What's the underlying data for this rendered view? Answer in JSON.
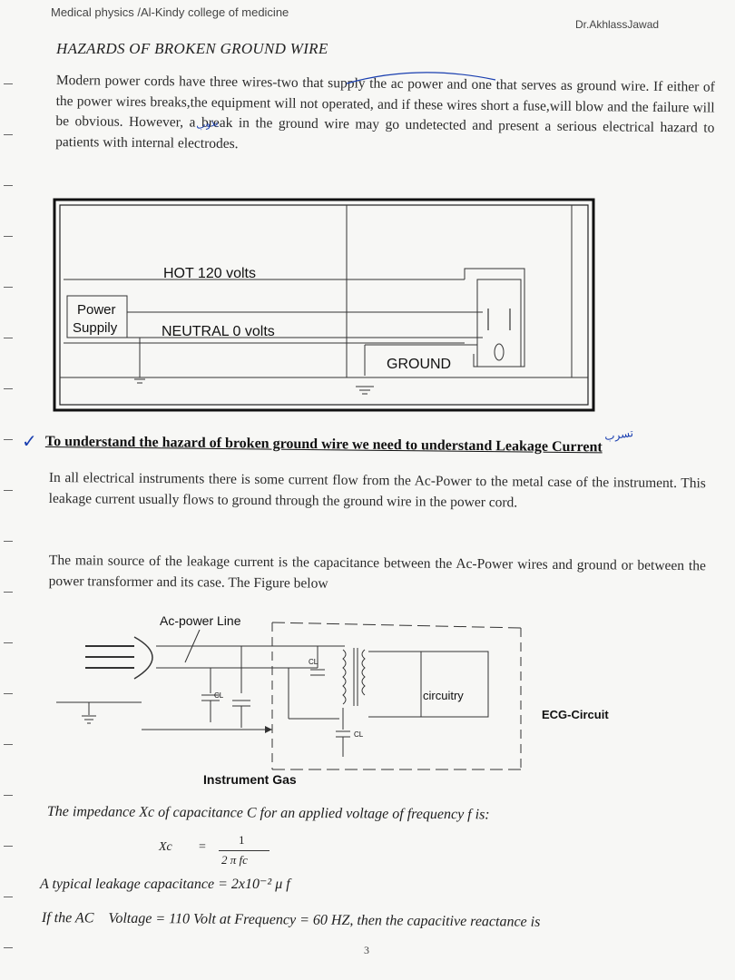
{
  "header": {
    "left": "Medical physics /Al-Kindy college of medicine",
    "right": "Dr.AkhlassJawad"
  },
  "title": "HAZARDS OF BROKEN GROUND WIRE",
  "paragraph1": "Modern power cords have three wires-two that supply the ac power and one that serves as ground wire. If either of the power wires breaks,the equipment will not operated, and if these wires short a fuse,will blow and the failure will be obvious. However, a break in the ground wire may go undetected and present a serious electrical hazard to patients with internal electrodes.",
  "annotations": {
    "arabic_1": "يذوب",
    "arabic_2": "تسرب",
    "check": "✓"
  },
  "figure1": {
    "hot_label": "HOT 120 volts",
    "neutral_label": "NEUTRAL 0 volts",
    "power_label_1": "Power",
    "power_label_2": "Suppily",
    "ground_label": "GROUND"
  },
  "section_heading": "To understand the hazard of broken ground wire we need to understand Leakage Current",
  "paragraph2": "In all electrical instruments there is some current flow from the Ac-Power to the metal case of the instrument. This leakage current usually flows to ground through the ground wire in the power cord.",
  "paragraph3": "The main source of the leakage current is the capacitance between the Ac-Power wires and ground or between the power transformer and its case. The Figure below",
  "figure2": {
    "ac_line_label": "Ac-power Line",
    "cl": "CL",
    "circuitry_label": "circuitry",
    "ecg_label": "ECG-Circuit",
    "instrument_label": "Instrument Gas"
  },
  "formula": {
    "intro": "The impedance Xc of capacitance C for an applied voltage of frequency f is:",
    "lhs": "Xc",
    "eq": "=",
    "numerator": "1",
    "denominator": "2 π fc"
  },
  "leakage_line": "A typical leakage capacitance = 2x10⁻² μ f",
  "ac_line": "If the AC    Voltage = 110 Volt at Frequency = 60 HZ, then the capacitive reactance is",
  "page_number": "3",
  "colors": {
    "ink": "#1e1e1e",
    "pen_blue": "#1a3fb0",
    "paper": "#f7f7f5"
  }
}
